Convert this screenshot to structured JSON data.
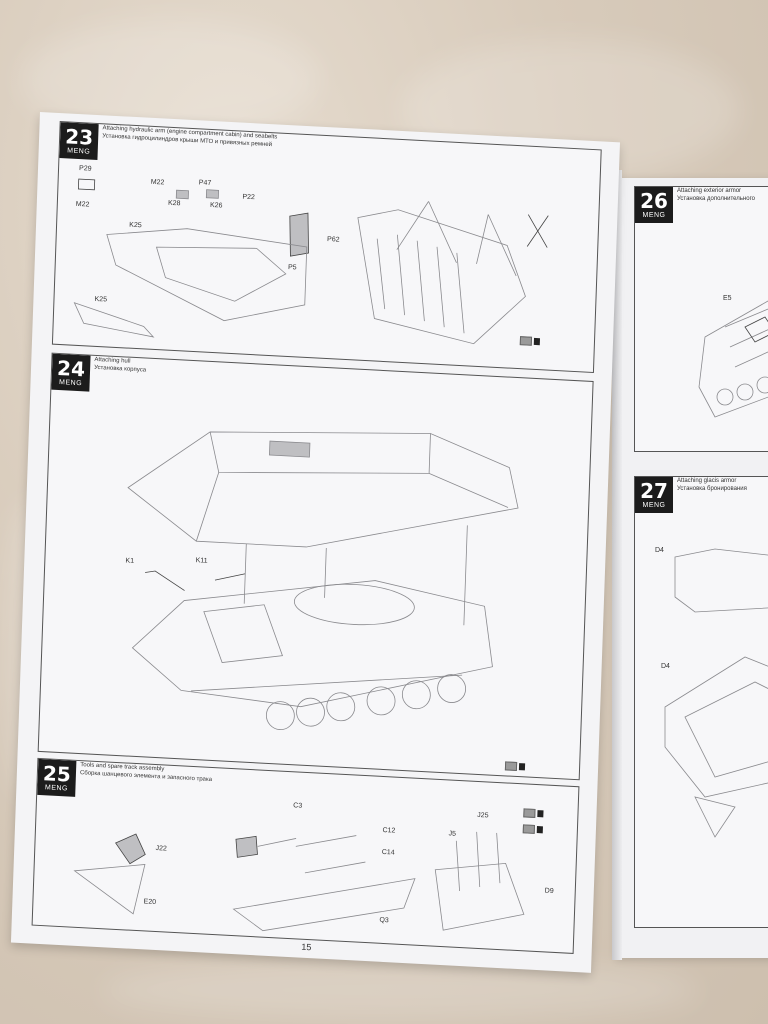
{
  "page_number": "15",
  "steps": [
    {
      "number": "23",
      "brand": "MENG",
      "captions": [
        "Attaching hydraulic arm (engine compartment cabin) and seabelts",
        "Установка гидроцилиндров крыши МТО и привязных ремней"
      ],
      "parts": [
        "P29",
        "M22",
        "P47",
        "K28",
        "K26",
        "P22",
        "M22",
        "K25",
        "P62",
        "P5",
        "K25"
      ]
    },
    {
      "number": "24",
      "brand": "MENG",
      "captions": [
        "Attaching hull",
        "Установка корпуса"
      ],
      "parts": [
        "K1",
        "K11"
      ]
    },
    {
      "number": "25",
      "brand": "MENG",
      "captions": [
        "Tools and spare track assembly",
        "Сборка шанцевого элемента и запасного трака"
      ],
      "parts": [
        "J22",
        "E20",
        "C3",
        "C12",
        "C14",
        "Q3",
        "J5",
        "J25",
        "D9"
      ]
    },
    {
      "number": "26",
      "brand": "MENG",
      "captions": [
        "Attaching exterior armor",
        "Установка дополнительного"
      ],
      "parts": [
        "E5"
      ]
    },
    {
      "number": "27",
      "brand": "MENG",
      "captions": [
        "Attaching glacis armor",
        "Установка бронирования"
      ],
      "parts": [
        "D4",
        "D4"
      ]
    }
  ],
  "icons": [
    "brush-icon",
    "paint-swatch-icon"
  ]
}
